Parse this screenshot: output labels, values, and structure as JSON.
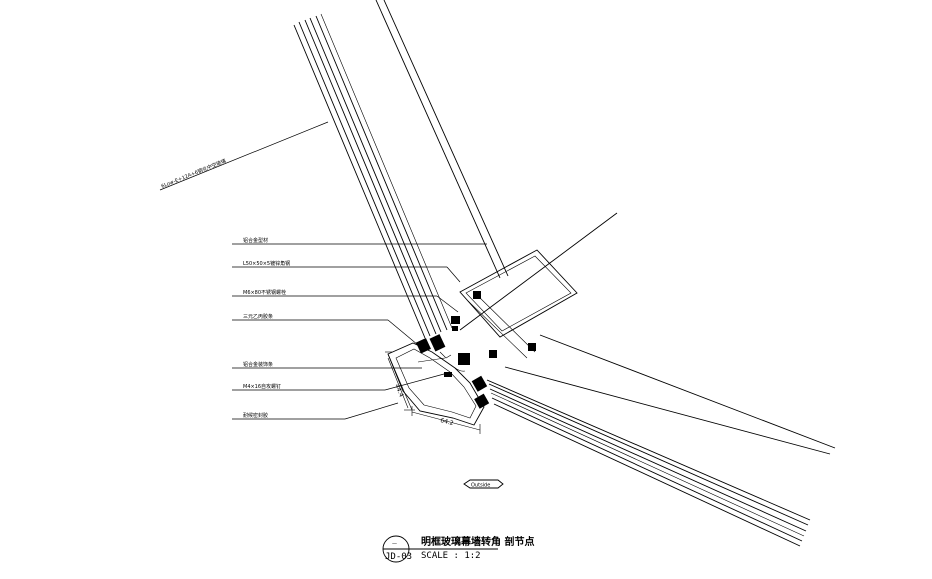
{
  "callouts": {
    "glass_spec": "6Low-E+12A+6钢化中空玻璃",
    "c1": "铝合金型材",
    "c2": "L50×50×5镀锌角钢",
    "c3": "M6×80不锈钢螺栓",
    "c4": "三元乙丙胶条",
    "c5": "铝合金装饰条",
    "c6": "M4×16自攻螺钉",
    "c7": "耐候密封胶"
  },
  "dimensions": {
    "d1": "44.4",
    "d2": "64.2"
  },
  "outside_label": "Outside",
  "title_block": {
    "detail_no": "—",
    "sheet": "JD-03",
    "title": "明框玻璃幕墙转角 剖节点",
    "scale": "SCALE : 1:2"
  }
}
